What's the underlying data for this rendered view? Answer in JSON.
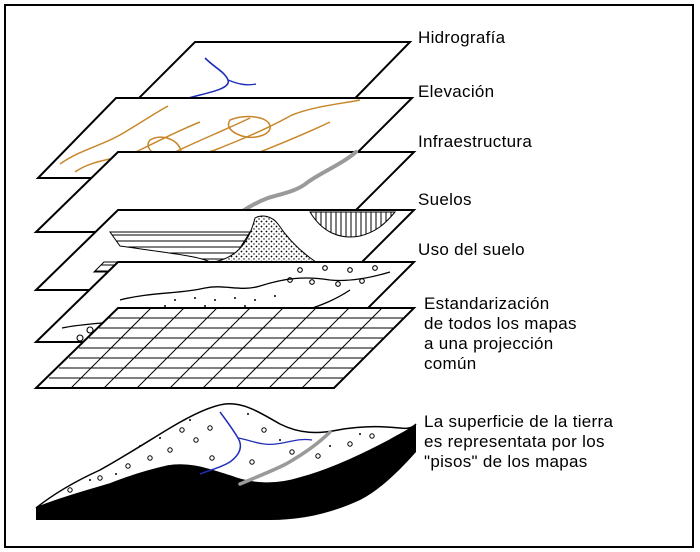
{
  "diagram": {
    "layers": [
      {
        "key": "hidrografia",
        "label": "Hidrografía"
      },
      {
        "key": "elevacion",
        "label": "Elevación"
      },
      {
        "key": "infraestructura",
        "label": "Infraestructura"
      },
      {
        "key": "suelos",
        "label": "Suelos"
      },
      {
        "key": "uso",
        "label": "Uso del suelo"
      },
      {
        "key": "estandarizacion",
        "label_lines": [
          "Estandarización",
          "de todos los mapas",
          "a una projección",
          "común"
        ]
      },
      {
        "key": "superficie",
        "label_lines": [
          "La superficie de la tierra",
          "es representata por los",
          "\"pisos\" de los mapas"
        ]
      }
    ],
    "colors": {
      "line": "#000000",
      "river": "#1f2fb8",
      "contour": "#c8862a",
      "road": "#9a9a9a",
      "ground": "#000000"
    }
  }
}
